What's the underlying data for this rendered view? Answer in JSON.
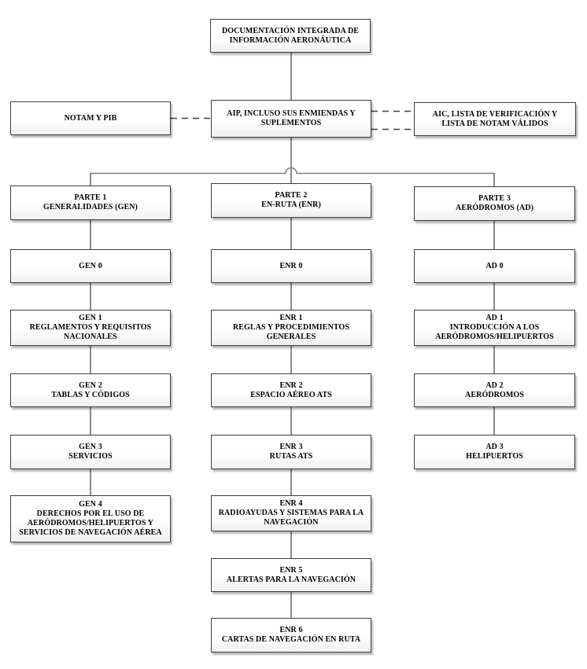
{
  "diagram_title": "DOCUMENTACIÓN INTEGRADA DE INFORMACIÓN AERONÁUTICA",
  "colors": {
    "box-border": "#3f3f3f",
    "box-fill-top": "#ffffff",
    "box-fill-bottom": "#f0f0f0",
    "connector": "#3f3f3f",
    "distribution-line": "#7f7f7f",
    "text": "#000000",
    "background": "#ffffff"
  },
  "nodes": {
    "root": {
      "lines": [
        "DOCUMENTACIÓN INTEGRADA DE",
        "INFORMACIÓN AERONÁUTICA"
      ]
    },
    "notam": {
      "lines": [
        "NOTAM Y PIB"
      ]
    },
    "aip": {
      "lines": [
        "AIP, INCLUSO SUS ENMIENDAS Y",
        "SUPLEMENTOS"
      ]
    },
    "aic": {
      "lines": [
        "AIC, LISTA DE VERIFICACIÓN Y",
        "LISTA DE NOTAM VÁLIDOS"
      ]
    },
    "parte1": {
      "lines": [
        "PARTE 1",
        "GENERALIDADES (GEN)"
      ]
    },
    "parte2": {
      "lines": [
        "PARTE 2",
        "EN-RUTA (ENR)"
      ]
    },
    "parte3": {
      "lines": [
        "PARTE 3",
        "AERÓDROMOS (AD)"
      ]
    },
    "gen0": {
      "lines": [
        "GEN 0"
      ]
    },
    "gen1": {
      "lines": [
        "GEN 1",
        "REGLAMENTOS Y REQUISITOS",
        "NACIONALES"
      ]
    },
    "gen2": {
      "lines": [
        "GEN 2",
        "TABLAS Y CÓDIGOS"
      ]
    },
    "gen3": {
      "lines": [
        "GEN 3",
        "SERVICIOS"
      ]
    },
    "gen4": {
      "lines": [
        "GEN 4",
        "DERECHOS POR EL USO DE",
        "AERÓDROMOS/HELIPUERTOS Y",
        "SERVICIOS DE NAVEGACIÓN AÉREA"
      ]
    },
    "enr0": {
      "lines": [
        "ENR 0"
      ]
    },
    "enr1": {
      "lines": [
        "ENR 1",
        "REGLAS Y PROCEDIMIENTOS",
        "GENERALES"
      ]
    },
    "enr2": {
      "lines": [
        "ENR 2",
        "ESPACIO AÉREO ATS"
      ]
    },
    "enr3": {
      "lines": [
        "ENR 3",
        "RUTAS ATS"
      ]
    },
    "enr4": {
      "lines": [
        "ENR 4",
        "RADIOAYUDAS Y SISTEMAS PARA LA",
        "NAVEGACIÓN"
      ]
    },
    "enr5": {
      "lines": [
        "ENR 5",
        "ALERTAS PARA LA NAVEGACIÓN"
      ]
    },
    "enr6": {
      "lines": [
        "ENR 6",
        "CARTAS DE NAVEGACIÓN EN RUTA"
      ]
    },
    "ad0": {
      "lines": [
        "AD 0"
      ]
    },
    "ad1": {
      "lines": [
        "AD 1",
        "INTRODUCCIÓN A LOS",
        "AERÓDROMOS/HELIPUERTOS"
      ]
    },
    "ad2": {
      "lines": [
        "AD 2",
        "AERÓDROMOS"
      ]
    },
    "ad3": {
      "lines": [
        "AD 3",
        "HELIPUERTOS"
      ]
    }
  }
}
